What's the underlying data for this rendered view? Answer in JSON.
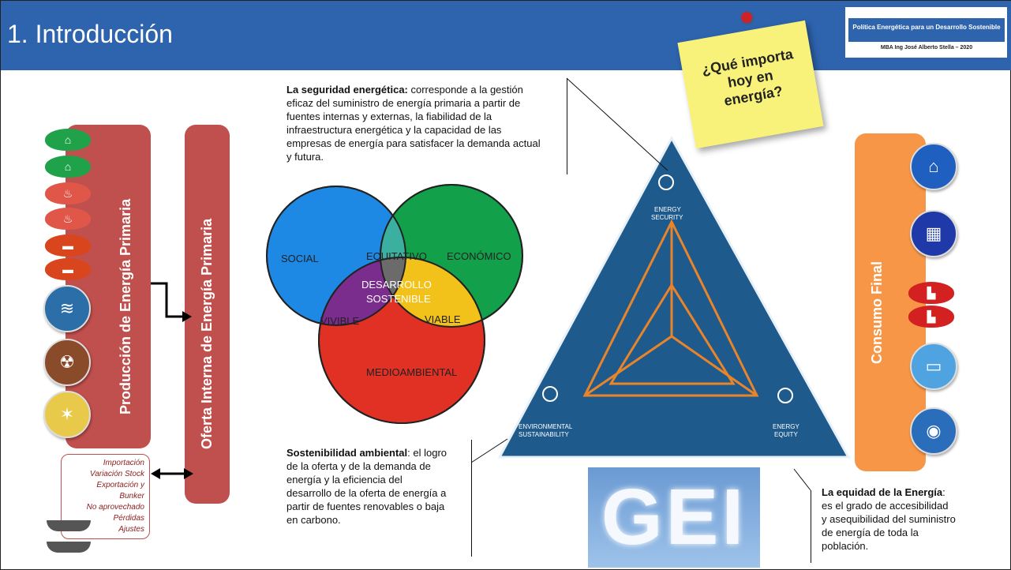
{
  "title": "1. Introducción",
  "credit": {
    "course": "Política Energética para un Desarrollo Sostenible",
    "author": "MBA Ing José Alberto Stella – 2020"
  },
  "production_bar": {
    "label": "Producción de Energía Primaria",
    "color": "#c0504d"
  },
  "supply_bar": {
    "label": "Oferta Interna de Energía Primaria",
    "color": "#c0504d"
  },
  "consumption_bar": {
    "label": "Consumo Final",
    "color": "#f79646"
  },
  "loss_items": [
    "Importación",
    "Variación Stock",
    "Exportación y",
    "Bunker",
    "No aprovechado",
    "Pérdidas",
    "Ajustes"
  ],
  "security_text": {
    "lead": "La seguridad energética:",
    "body": " corresponde a la gestión eficaz del suministro de energía primaria a partir de fuentes internas y externas, la fiabilidad de la infraestructura energética  y la capacidad de las empresas de energía para satisfacer la demanda actual y futura."
  },
  "sustainability_text": {
    "lead": "Sostenibilidad ambiental",
    "body": ": el logro de la oferta y de la demanda de energía y la eficiencia del desarrollo de la oferta de energía a partir de fuentes renovables  o baja en carbono."
  },
  "equity_text": {
    "lead": "La equidad de la Energía",
    "body": ": es el grado de accesibilidad y asequibilidad del suministro de energía de toda la población."
  },
  "note": {
    "text": "¿Qué importa hoy en energía?"
  },
  "venn": {
    "social": "SOCIAL",
    "economico": "ECONÓMICO",
    "medioambiental": "MEDIOAMBIENTAL",
    "equitativo": "EQUITATIVO",
    "vivible": "VIVIBLE",
    "viable": "VIABLE",
    "desarrollo_line1": "DESARROLLO",
    "desarrollo_line2": "SOSTENIBLE",
    "colors": {
      "social": "#1e88e5",
      "economico": "#12a04a",
      "medioambiental": "#e03124",
      "overlap_teal": "#3bb0a0",
      "overlap_purple": "#7b2d8e",
      "overlap_yellow": "#f2c21a",
      "center": "#6b6b6b"
    }
  },
  "trilemma": {
    "top_line1": "ENERGY",
    "top_line2": "SECURITY",
    "left_line1": "ENVIRONMENTAL",
    "left_line2": "SUSTAINABILITY",
    "right_line1": "ENERGY",
    "right_line2": "EQUITY",
    "colors": {
      "fill": "#1f5a8c",
      "stroke": "#e8842a"
    }
  },
  "gei": {
    "text": "GEI"
  },
  "icons": {
    "production": [
      "transmission-tower-icon",
      "transmission-tower-icon",
      "gas-flame-icon",
      "gas-flame-icon",
      "coal-mine-icon",
      "coal-mine-icon",
      "hydro-dam-icon",
      "nuclear-icon",
      "renewables-icon"
    ],
    "consumption": [
      "house-icon",
      "building-icon",
      "factory-icon",
      "factory-icon",
      "truck-icon",
      "tractor-icon"
    ]
  }
}
